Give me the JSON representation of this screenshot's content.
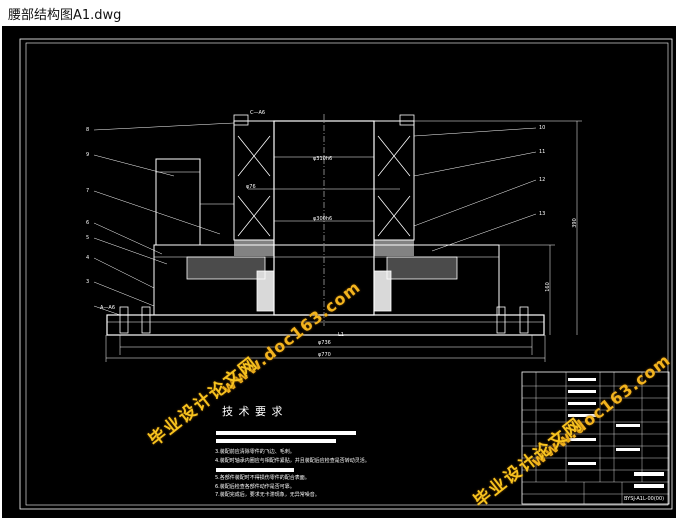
{
  "window": {
    "title": "腰部结构图A1.dwg"
  },
  "drawing": {
    "tech_requirements": {
      "title": "技 术 要 求",
      "items": [
        "",
        "",
        "3.装配前应清除零件的飞边、毛刺。",
        "4.装配时轴承内圈应与相配件紧贴，并且装配后应检查是否转动灵活。",
        "",
        "5.各部件装配时不得损伤零件的配合表面。",
        "6.装配后检查各部件动作是否可靠。",
        "7.装配完成后，要求无卡滞现象，无异常噪音。"
      ]
    },
    "dimensions": {
      "d_top": "φ310h6",
      "d_mid1": "φ76",
      "d_mid2": "φ300h6",
      "d_base1": "φ736",
      "d_base2": "φ770",
      "h_total": "390",
      "h_part": "160",
      "cut_left": "A—A6",
      "cut_top": "C—A6",
      "label_bottom": "L1"
    },
    "left_callouts": [
      "8",
      "9",
      "7",
      "6",
      "5",
      "4",
      "3"
    ],
    "right_callouts": [
      "10",
      "11",
      "12",
      "13"
    ],
    "watermarks": {
      "school": "毕业设计论文网",
      "site": "www.doc163.com"
    },
    "title_block": {
      "drawing_no": "BYSJ-A1L-00(00)"
    }
  }
}
